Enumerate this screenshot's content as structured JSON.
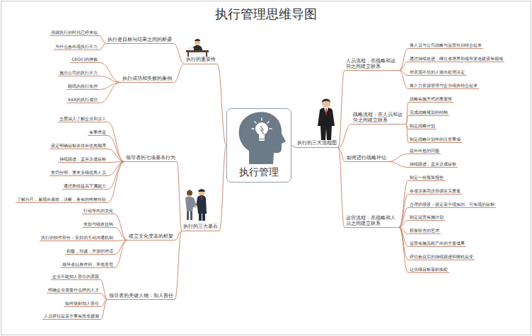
{
  "diagram": {
    "title": "执行管理思维导图",
    "nodes": [
      {
        "text": [
          "执行管理"
        ]
      },
      {
        "text": [
          "执行的重要性"
        ]
      },
      {
        "text": [
          "执行是目标与结果之间的桥梁"
        ]
      },
      {
        "text": [
          "强调执行的时代已经来临"
        ]
      },
      {
        "text": [
          "为什么会出现执行不力"
        ]
      },
      {
        "text": [
          "执行成功和失败的案例"
        ]
      },
      {
        "text": [
          "CEO们的挫败"
        ]
      },
      {
        "text": [
          "施乐公司的执行不力"
        ]
      },
      {
        "text": [
          "朗讯的执行失控"
        ]
      },
      {
        "text": [
          "XXX的执行成功"
        ]
      },
      {
        "text": [
          "执行的三大基石"
        ]
      },
      {
        "text": [
          "领导者的七项基本行为"
        ]
      },
      {
        "text": [
          "全面深入了解企业和员工"
        ]
      },
      {
        "text": [
          "实事求是"
        ]
      },
      {
        "text": [
          "设定明确目标并排出优先顺序"
        ]
      },
      {
        "text": [
          "持续跟进，直至达成目标"
        ]
      },
      {
        "text": [
          "赏罚分明，重奖业绩优秀人员"
        ]
      },
      {
        "text": [
          "通过教练提高下属能力"
        ]
      },
      {
        "text": [
          "了解自己，展现出勇敢，决断，务实的性格特征"
        ]
      },
      {
        "text": [
          "建立文化变革的框架"
        ]
      },
      {
        "text": [
          "行动导向的文化"
        ]
      },
      {
        "text": [
          "奖励与绩效挂钩"
        ]
      },
      {
        "text": [
          "执行的软件部分：良好的互动沟通机制"
        ]
      },
      {
        "text": [
          "积极，坦诚，开放的对话"
        ]
      },
      {
        "text": [
          "领导者以身作则，率先垂范"
        ]
      },
      {
        "text": [
          "领导者的关键人物：知人善任"
        ]
      },
      {
        "text": [
          "企业不能知人善任的原因"
        ]
      },
      {
        "text": [
          "明确企业需要什么样的人才"
        ]
      },
      {
        "text": [
          "如何做到知人善任"
        ]
      },
      {
        "text": [
          "人员评估应基于事实而非臆测"
        ]
      },
      {
        "text": [
          "执行的三大流程图"
        ]
      },
      {
        "text": [
          "人员流程：在战略和运营之间建立联系"
        ]
      },
      {
        "text": [
          "将人员与公司战略与运营分别结合起来"
        ]
      },
      {
        "text": [
          "通过持续改进，继任者培养和领导渠道建设等领域"
        ]
      },
      {
        "text": [
          "对表现不佳的人做出处理决定"
        ]
      },
      {
        "text": [
          "将人力资源管理与企业绩效结合起来"
        ]
      },
      {
        "text": [
          "战略流程：在人员和运营之间建立联系"
        ]
      },
      {
        "text": [
          "战略实施方式的重要性"
        ]
      },
      {
        "text": [
          "完成战略规划的结构"
        ]
      },
      {
        "text": [
          "制定战略计划"
        ]
      },
      {
        "text": [
          "制定战略计划中的注意事项"
        ]
      },
      {
        "text": [
          "如何进行战略评估"
        ]
      },
      {
        "text": [
          "提出出色的问题"
        ]
      },
      {
        "text": [
          "持续跟进，直至达成目标"
        ]
      },
      {
        "text": [
          "运营流程：在战略和人员之间建立联系"
        ]
      },
      {
        "text": [
          "制定一份预算报告"
        ]
      },
      {
        "text": [
          "各项业务同步协调至关重要"
        ]
      },
      {
        "text": [
          "合理的假设：设定基于现实的、可实现的目标"
        ]
      },
      {
        "text": [
          "制定运营实施计划"
        ]
      },
      {
        "text": [
          "权衡取舍的艺术"
        ]
      },
      {
        "text": [
          "运营实施流程产出的主要成果"
        ]
      },
      {
        "text": [
          "评估会议后的持续跟进和随机应变"
        ]
      },
      {
        "text": [
          "让业绩目标落到实处"
        ]
      }
    ],
    "edges": [
      {
        "from": 0,
        "to": 1,
        "arrow": "none"
      },
      {
        "from": 1,
        "to": 2,
        "arrow": "none"
      },
      {
        "from": 2,
        "to": 3,
        "arrow": "none"
      },
      {
        "from": 2,
        "to": 4,
        "arrow": "none"
      },
      {
        "from": 1,
        "to": 5,
        "arrow": "none"
      },
      {
        "from": 5,
        "to": 6,
        "arrow": "none"
      },
      {
        "from": 5,
        "to": 7,
        "arrow": "none"
      },
      {
        "from": 5,
        "to": 8,
        "arrow": "none"
      },
      {
        "from": 5,
        "to": 9,
        "arrow": "none"
      },
      {
        "from": 0,
        "to": 10,
        "arrow": "none"
      },
      {
        "from": 10,
        "to": 11,
        "arrow": "none"
      },
      {
        "from": 11,
        "to": 12,
        "arrow": "none"
      },
      {
        "from": 11,
        "to": 13,
        "arrow": "none"
      },
      {
        "from": 11,
        "to": 14,
        "arrow": "none"
      },
      {
        "from": 11,
        "to": 15,
        "arrow": "none"
      },
      {
        "from": 11,
        "to": 16,
        "arrow": "none"
      },
      {
        "from": 11,
        "to": 17,
        "arrow": "none"
      },
      {
        "from": 11,
        "to": 18,
        "arrow": "none"
      },
      {
        "from": 10,
        "to": 19,
        "arrow": "none"
      },
      {
        "from": 19,
        "to": 20,
        "arrow": "none"
      },
      {
        "from": 19,
        "to": 21,
        "arrow": "none"
      },
      {
        "from": 19,
        "to": 22,
        "arrow": "none"
      },
      {
        "from": 19,
        "to": 23,
        "arrow": "none"
      },
      {
        "from": 19,
        "to": 24,
        "arrow": "none"
      },
      {
        "from": 10,
        "to": 25,
        "arrow": "none"
      },
      {
        "from": 25,
        "to": 26,
        "arrow": "none"
      },
      {
        "from": 25,
        "to": 27,
        "arrow": "none"
      },
      {
        "from": 25,
        "to": 28,
        "arrow": "none"
      },
      {
        "from": 25,
        "to": 29,
        "arrow": "none"
      },
      {
        "from": 0,
        "to": 30,
        "arrow": "none"
      },
      {
        "from": 30,
        "to": 31,
        "arrow": "none"
      },
      {
        "from": 31,
        "to": 32,
        "arrow": "none"
      },
      {
        "from": 31,
        "to": 33,
        "arrow": "none"
      },
      {
        "from": 31,
        "to": 34,
        "arrow": "none"
      },
      {
        "from": 31,
        "to": 35,
        "arrow": "none"
      },
      {
        "from": 30,
        "to": 36,
        "arrow": "none"
      },
      {
        "from": 36,
        "to": 37,
        "arrow": "none"
      },
      {
        "from": 36,
        "to": 38,
        "arrow": "none"
      },
      {
        "from": 36,
        "to": 39,
        "arrow": "none"
      },
      {
        "from": 36,
        "to": 40,
        "arrow": "none"
      },
      {
        "from": 30,
        "to": 41,
        "arrow": "none"
      },
      {
        "from": 41,
        "to": 42,
        "arrow": "none"
      },
      {
        "from": 41,
        "to": 43,
        "arrow": "none"
      },
      {
        "from": 30,
        "to": 44,
        "arrow": "none"
      },
      {
        "from": 44,
        "to": 45,
        "arrow": "none"
      },
      {
        "from": 44,
        "to": 46,
        "arrow": "none"
      },
      {
        "from": 44,
        "to": 47,
        "arrow": "none"
      },
      {
        "from": 44,
        "to": 48,
        "arrow": "none"
      },
      {
        "from": 44,
        "to": 49,
        "arrow": "none"
      },
      {
        "from": 44,
        "to": 50,
        "arrow": "none"
      },
      {
        "from": 44,
        "to": 51,
        "arrow": "none"
      },
      {
        "from": 44,
        "to": 52,
        "arrow": "none"
      }
    ]
  }
}
